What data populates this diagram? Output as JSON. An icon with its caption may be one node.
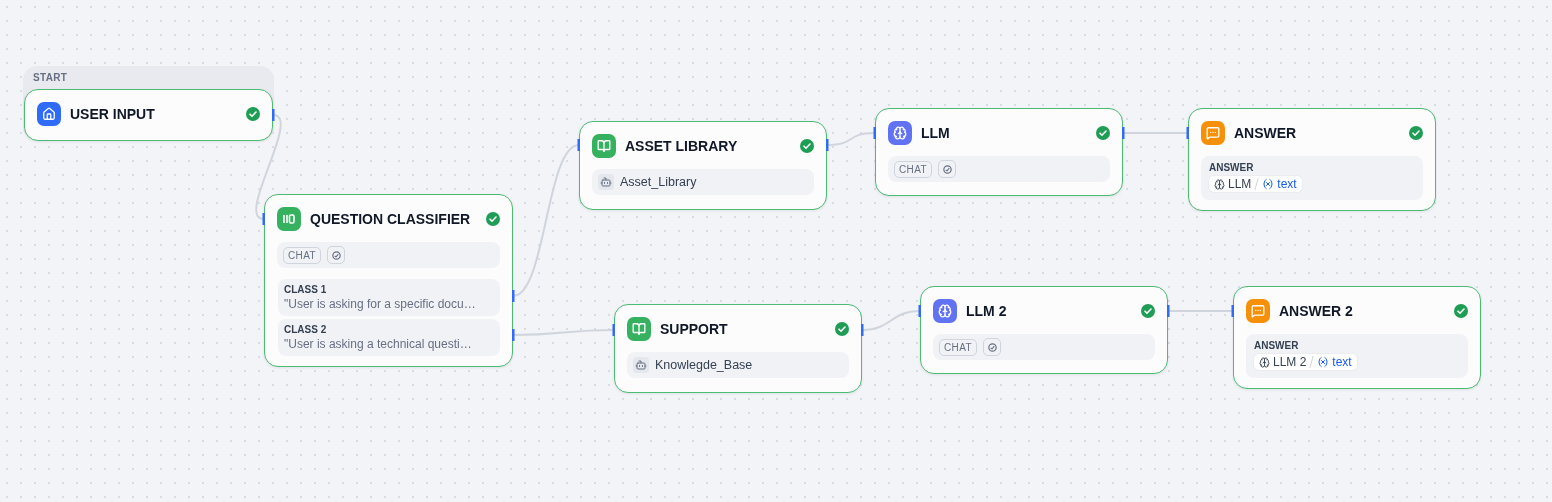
{
  "diagram": {
    "nodes": [
      {
        "text": [
          "START"
        ]
      },
      {
        "text": [
          "USER INPUT"
        ],
        "in": 0
      },
      {
        "text": [
          "QUESTION CLASSIFIER",
          "CHAT"
        ]
      },
      {
        "text": [
          "CLASS 1",
          "\"User is asking for a specific docu…"
        ],
        "in": 2
      },
      {
        "text": [
          "CLASS 2",
          "\"User is asking a technical questi…"
        ],
        "in": 2
      },
      {
        "text": [
          "ASSET LIBRARY",
          "Asset_Library"
        ]
      },
      {
        "text": [
          "LLM",
          "CHAT"
        ]
      },
      {
        "text": [
          "ANSWER",
          "ANSWER",
          "LLM",
          "text"
        ]
      },
      {
        "text": [
          "SUPPORT",
          "Knowlegde_Base"
        ]
      },
      {
        "text": [
          "LLM 2",
          "CHAT"
        ]
      },
      {
        "text": [
          "ANSWER 2",
          "ANSWER",
          "LLM 2",
          "text"
        ]
      }
    ],
    "edges": [
      {
        "from": 1,
        "to": 2,
        "arrow": "none"
      },
      {
        "from": 3,
        "to": 5,
        "arrow": "none"
      },
      {
        "from": 4,
        "to": 8,
        "arrow": "none"
      },
      {
        "from": 5,
        "to": 6,
        "arrow": "none"
      },
      {
        "from": 6,
        "to": 7,
        "arrow": "none"
      },
      {
        "from": 8,
        "to": 9,
        "arrow": "none"
      },
      {
        "from": 9,
        "to": 10,
        "arrow": "none"
      }
    ]
  }
}
